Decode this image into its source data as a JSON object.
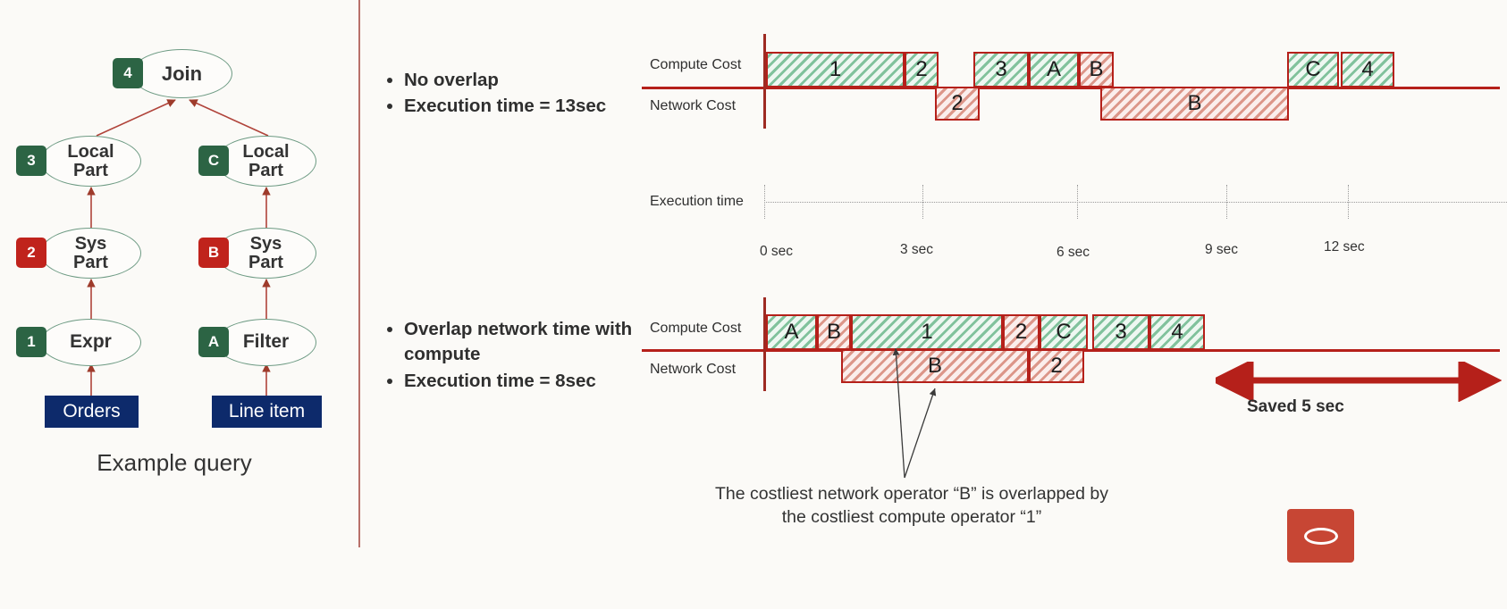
{
  "slide": {
    "left_caption": "Example query",
    "bottom_caption_line1": "The costliest network operator “B” is overlapped by",
    "bottom_caption_line2": "the costliest compute operator “1”",
    "saved_label": "Saved 5 sec",
    "logo_name": "oracle-logo"
  },
  "tree": {
    "nodes": [
      {
        "id": "join",
        "label": "Join",
        "tag": "4",
        "tag_color": "#2c6444"
      },
      {
        "id": "local-part-l",
        "label": "Local\nPart",
        "tag": "3",
        "tag_color": "#2c6444"
      },
      {
        "id": "local-part-r",
        "label": "Local\nPart",
        "tag": "C",
        "tag_color": "#2c6444"
      },
      {
        "id": "sys-part-l",
        "label": "Sys\nPart",
        "tag": "2",
        "tag_color": "#c0231c"
      },
      {
        "id": "sys-part-r",
        "label": "Sys\nPart",
        "tag": "B",
        "tag_color": "#c0231c"
      },
      {
        "id": "expr",
        "label": "Expr",
        "tag": "1",
        "tag_color": "#2c6444"
      },
      {
        "id": "filter",
        "label": "Filter",
        "tag": "A",
        "tag_color": "#2c6444"
      }
    ],
    "node_labels": {
      "join": "Join",
      "local_part_left_l1": "Local",
      "local_part_left_l2": "Part",
      "local_part_right_l1": "Local",
      "local_part_right_l2": "Part",
      "sys_part_left_l1": "Sys",
      "sys_part_left_l2": "Part",
      "sys_part_right_l1": "Sys",
      "sys_part_right_l2": "Part",
      "expr": "Expr",
      "filter": "Filter"
    },
    "tags": {
      "join": "4",
      "local_part_left": "3",
      "local_part_right": "C",
      "sys_part_left": "2",
      "sys_part_right": "B",
      "expr": "1",
      "filter": "A"
    },
    "tables": {
      "orders": "Orders",
      "line_item": "Line item"
    }
  },
  "panel_top": {
    "bullets": [
      "No overlap",
      "Execution time = 13sec"
    ],
    "row_labels": {
      "compute": "Compute Cost",
      "network": "Network Cost"
    }
  },
  "panel_bottom": {
    "bullets": [
      "Overlap network time with compute",
      "Execution time = 8sec"
    ],
    "row_labels": {
      "compute": "Compute Cost",
      "network": "Network Cost"
    }
  },
  "axis": {
    "label": "Execution time",
    "ticks": [
      "0 sec",
      "3 sec",
      "6 sec",
      "9 sec",
      "12 sec"
    ],
    "tick_values": [
      0,
      3,
      6,
      9,
      12
    ]
  },
  "chart_data": {
    "type": "bar",
    "title": "Query operator execution timeline: no overlap vs. overlapped network time",
    "xlabel": "Execution time",
    "ylabel": "",
    "xlim": [
      0,
      13.1
    ],
    "units": "sec",
    "grid": true,
    "legend": "none",
    "x_tick_values": [
      0,
      3,
      6,
      9,
      12
    ],
    "x_tick_labels": [
      "0 sec",
      "3 sec",
      "6 sec",
      "9 sec",
      "12 sec"
    ],
    "colors": {
      "compute_fill": "#7bbf98",
      "network_fill": "#d68678",
      "bar_border": "#b5201a",
      "tag_green": "#2c6444",
      "tag_red": "#c0231c",
      "table_blue": "#0d2a6b",
      "accent_red": "#b5201a",
      "background": "#fbfaf7"
    },
    "charts": [
      {
        "name": "no-overlap-timeline",
        "subtitle": "No overlap — Execution time = 13sec",
        "total_execution_time": 13,
        "series": [
          {
            "name": "Compute Cost",
            "type": "compute",
            "tasks": [
              {
                "label": "1",
                "start": 0.0,
                "end": 2.7
              },
              {
                "label": "2",
                "start": 2.7,
                "end": 3.4
              },
              {
                "label": "3",
                "start": 4.2,
                "end": 5.2
              },
              {
                "label": "A",
                "start": 5.2,
                "end": 6.1
              },
              {
                "label": "B",
                "start": 6.1,
                "end": 6.7
              },
              {
                "label": "C",
                "start": 10.5,
                "end": 11.4
              },
              {
                "label": "4",
                "start": 11.4,
                "end": 12.4
              }
            ]
          },
          {
            "name": "Network Cost",
            "type": "network",
            "tasks": [
              {
                "label": "2",
                "start": 3.4,
                "end": 4.2
              },
              {
                "label": "B",
                "start": 6.7,
                "end": 10.5
              }
            ]
          }
        ]
      },
      {
        "name": "overlapped-timeline",
        "subtitle": "Overlap network time with compute — Execution time = 8sec",
        "total_execution_time": 8,
        "saved_time": 5,
        "series": [
          {
            "name": "Compute Cost",
            "type": "compute",
            "tasks": [
              {
                "label": "A",
                "start": 0.0,
                "end": 1.0
              },
              {
                "label": "B",
                "start": 1.0,
                "end": 1.6
              },
              {
                "label": "1",
                "start": 1.6,
                "end": 4.5
              },
              {
                "label": "2",
                "start": 4.5,
                "end": 5.2
              },
              {
                "label": "C",
                "start": 5.2,
                "end": 6.1
              },
              {
                "label": "3",
                "start": 6.1,
                "end": 7.0
              },
              {
                "label": "4",
                "start": 7.0,
                "end": 8.0
              }
            ]
          },
          {
            "name": "Network Cost",
            "type": "network",
            "tasks": [
              {
                "label": "B",
                "start": 1.6,
                "end": 4.9
              },
              {
                "label": "2",
                "start": 4.9,
                "end": 5.6
              }
            ]
          }
        ]
      }
    ],
    "annotations": [
      {
        "text": "The costliest network operator “B” is overlapped by the costliest compute operator “1”",
        "points_to": [
          "compute-1",
          "network-B"
        ]
      },
      {
        "text": "Saved 5 sec",
        "from_sec": 8,
        "to_sec": 13
      }
    ]
  }
}
